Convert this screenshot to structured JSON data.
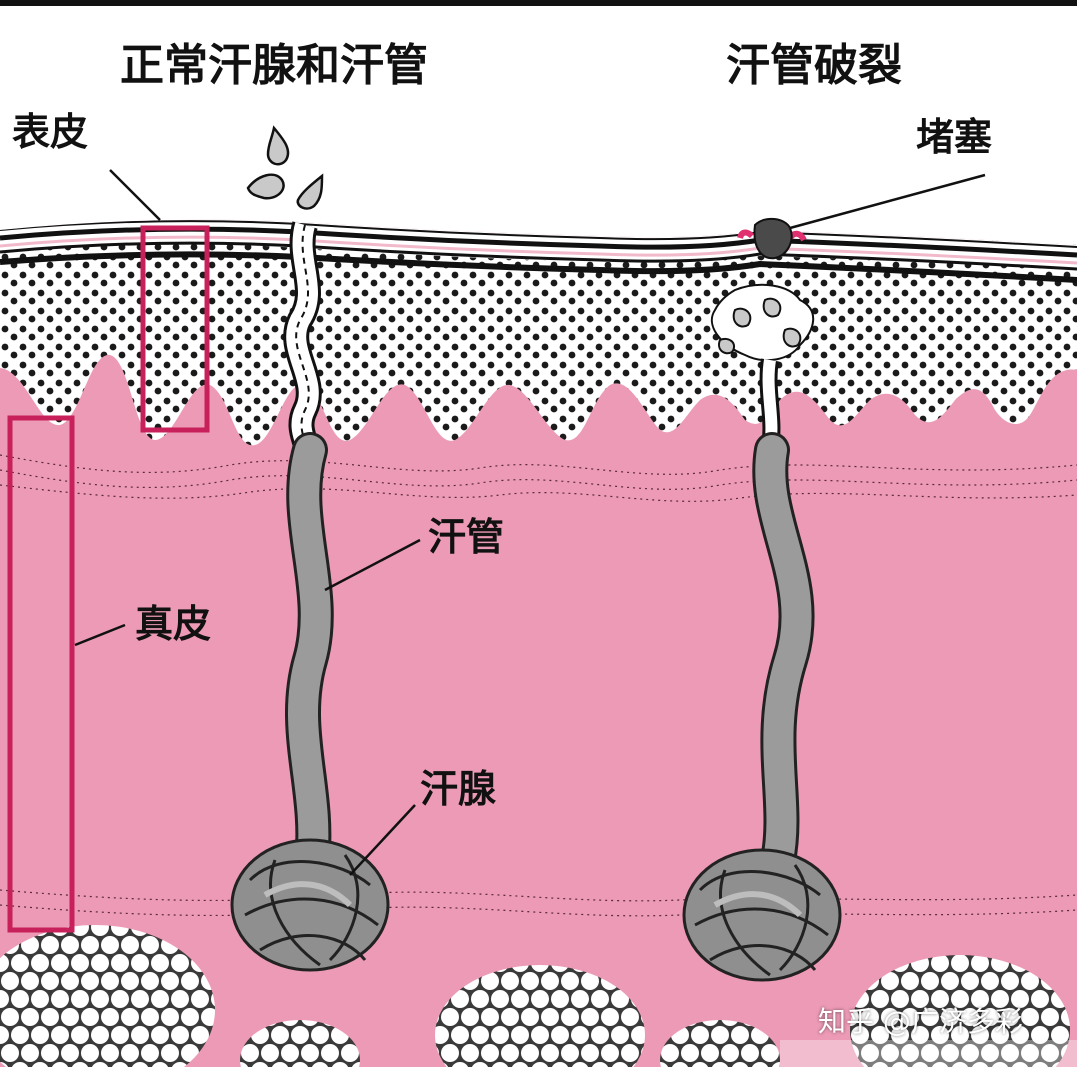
{
  "titles": {
    "normal": "正常汗腺和汗管",
    "ruptured": "汗管破裂"
  },
  "labels": {
    "epidermis": "表皮",
    "blockage": "堵塞",
    "sweat_duct": "汗管",
    "dermis": "真皮",
    "sweat_gland": "汗腺"
  },
  "watermark": "知乎 @广济多彩",
  "colors": {
    "dermis_pink": "#ec9ab5",
    "highlight_box": "#c8205a",
    "duct_gray": "#9b9b9b",
    "dots": "#1a1a1a"
  },
  "icons": {
    "sweat_drops": "sweat-droplet-icon",
    "plug": "blockage-plug-icon"
  }
}
